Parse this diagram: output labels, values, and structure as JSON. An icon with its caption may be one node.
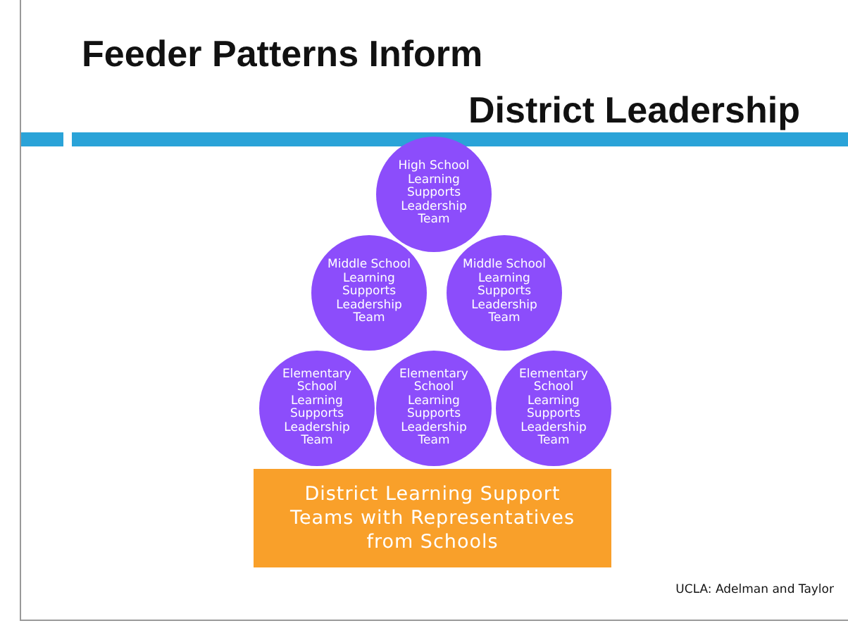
{
  "diagram": {
    "title": "Feeder Patterns Inform District Leadership",
    "nodes": [
      {
        "text": [
          "High School Learning Supports Leadership Team"
        ]
      },
      {
        "text": [
          "Middle School Learning Supports Leadership Team"
        ]
      },
      {
        "text": [
          "Middle School Learning Supports Leadership Team"
        ]
      },
      {
        "text": [
          "Elementary School Learning Supports Leadership Team"
        ]
      },
      {
        "text": [
          "Elementary School Learning Supports Leadership Team"
        ]
      },
      {
        "text": [
          "Elementary School Learning Supports Leadership Team"
        ]
      },
      {
        "text": [
          "District Learning Support Teams with Representatives from Schools"
        ]
      }
    ],
    "edges": [],
    "labels": [
      "UCLA:  Adelman and Taylor"
    ]
  }
}
